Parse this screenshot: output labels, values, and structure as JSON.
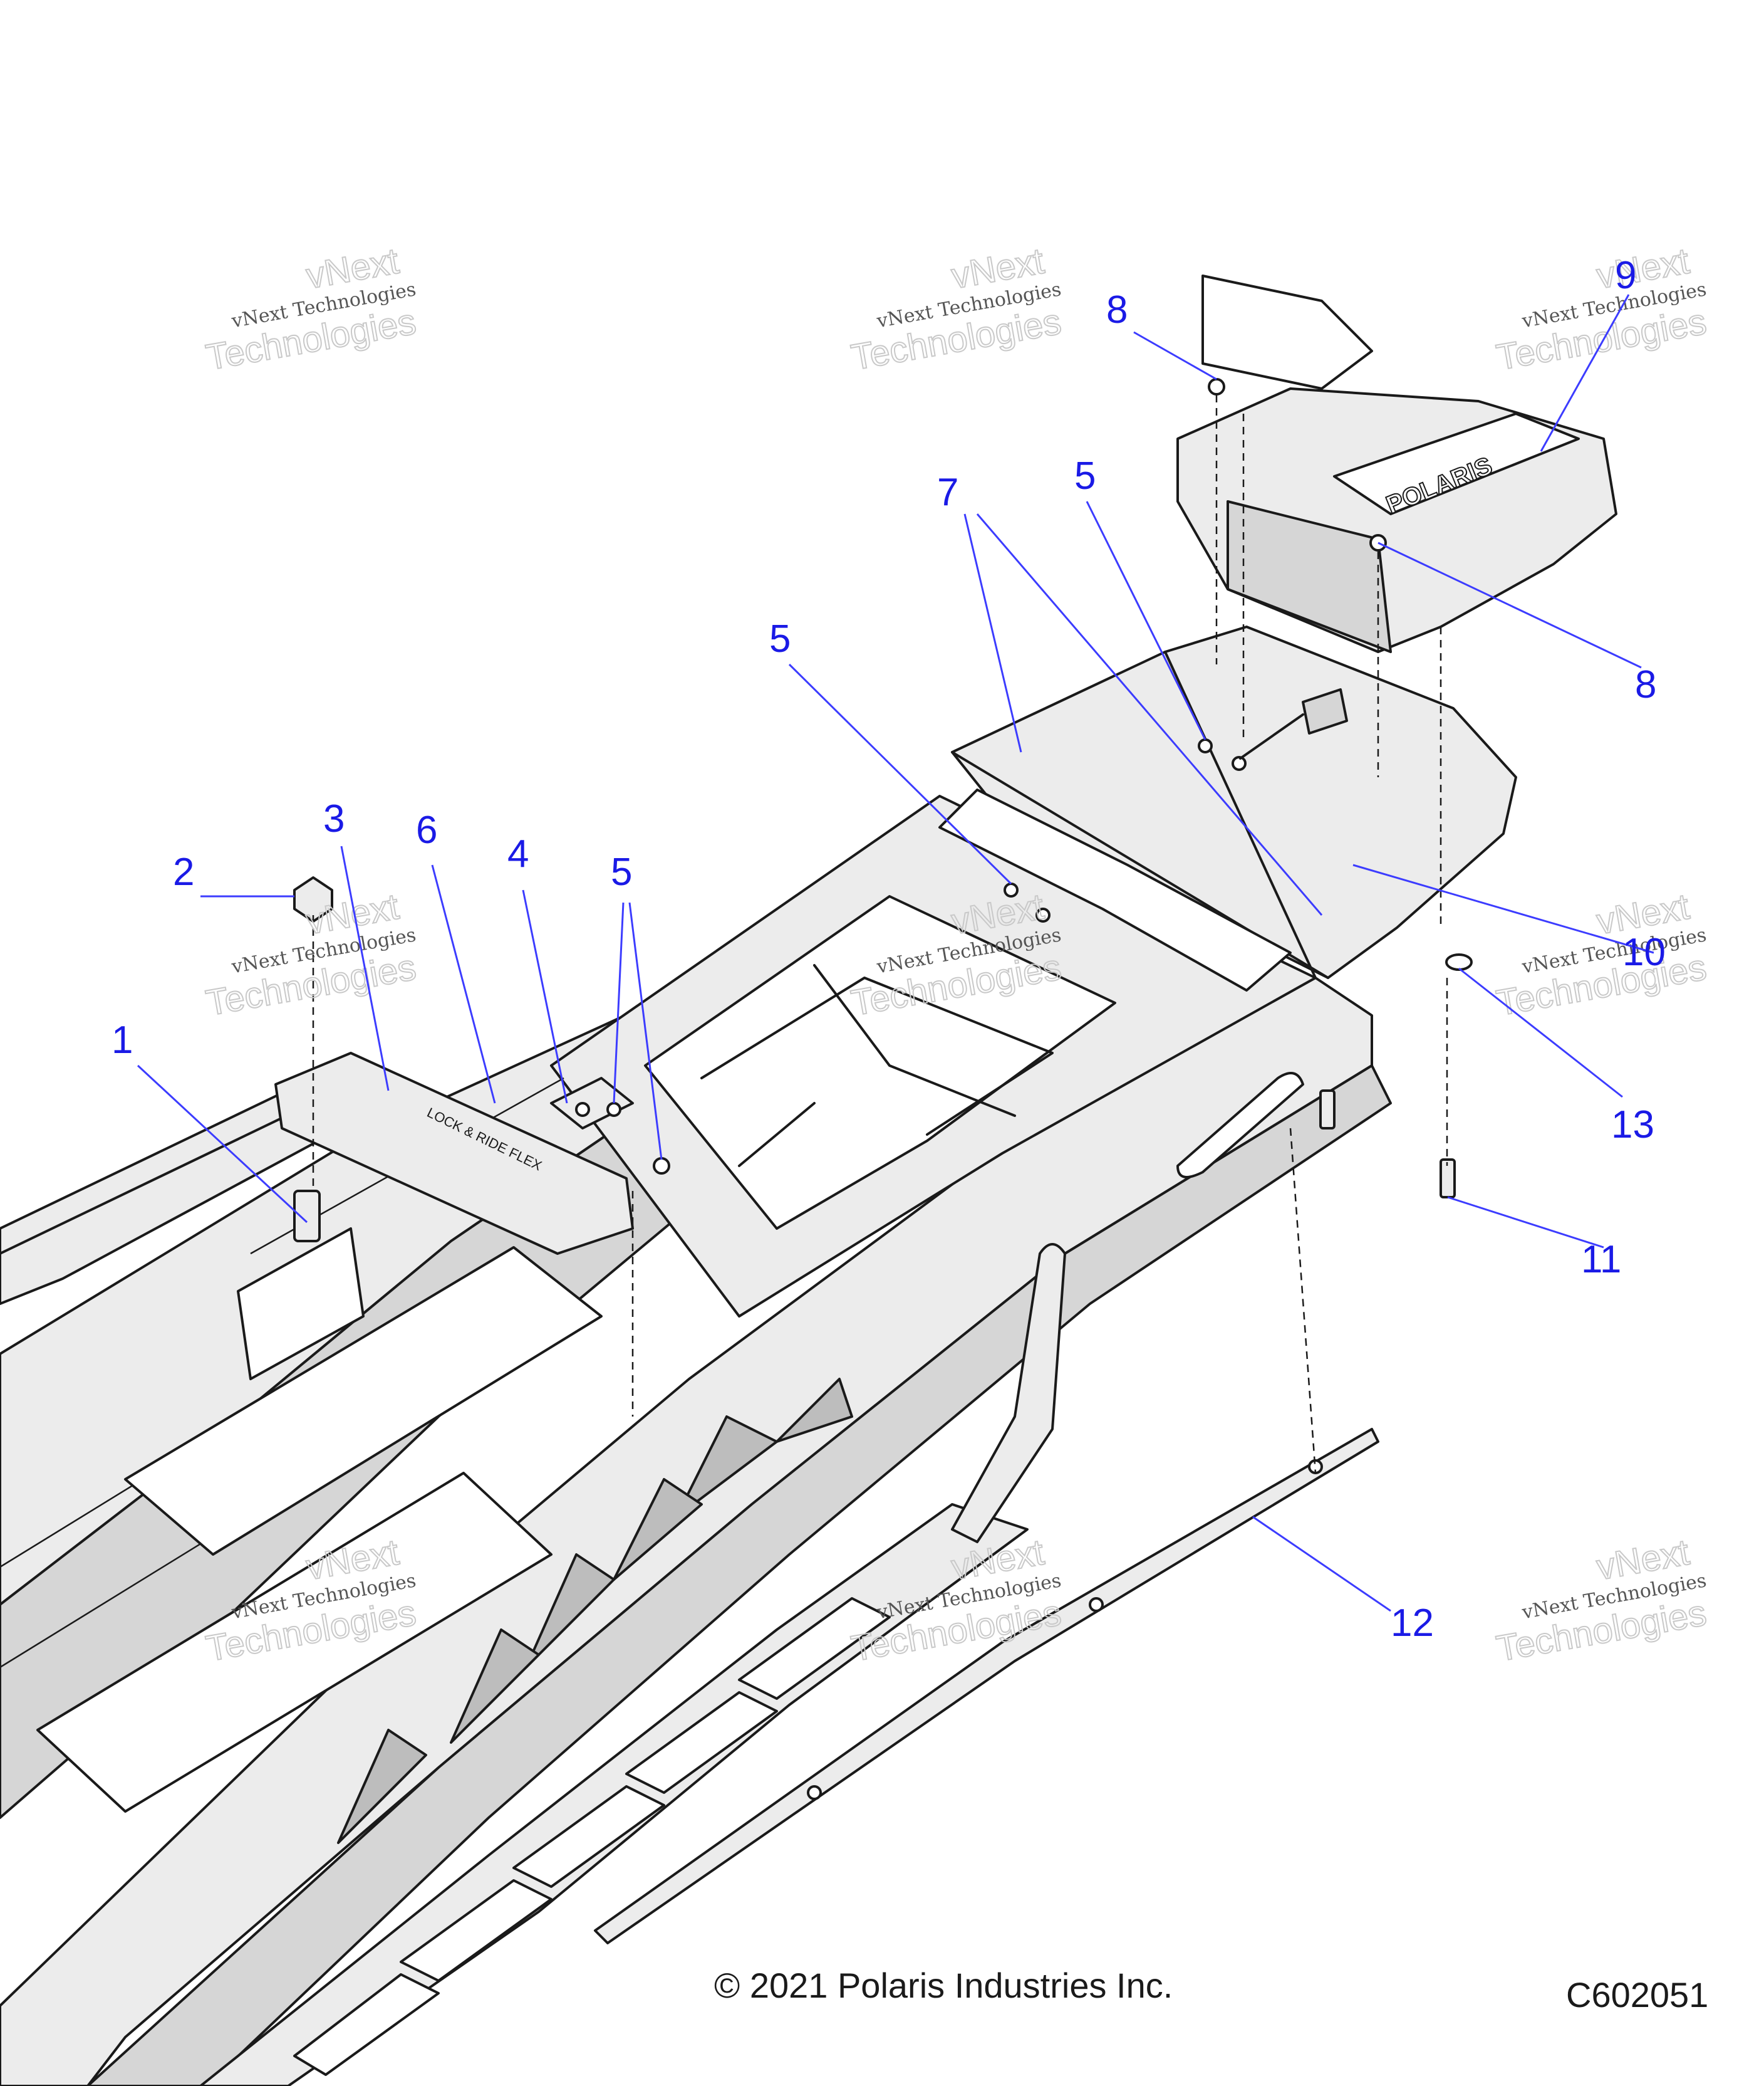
{
  "callouts": {
    "c1": "1",
    "c2": "2",
    "c3": "3",
    "c4": "4",
    "c5a": "5",
    "c5b": "5",
    "c5c": "5",
    "c6": "6",
    "c7": "7",
    "c8a": "8",
    "c8b": "8",
    "c9": "9",
    "c10": "10",
    "c11": "11",
    "c12": "12",
    "c13": "13"
  },
  "watermark": {
    "line1": "vNext Technologies",
    "line2": "vNext",
    "line3": "Technologies"
  },
  "logo_text": "POLARIS",
  "bracket_text": "LOCK & RIDE FLEX",
  "footer": {
    "copyright": "© 2021 Polaris Industries Inc.",
    "figure_code": "C602051"
  },
  "colors": {
    "callout": "#1a1ae6",
    "leader": "#3c3cff",
    "line_art": "#1a1a1a"
  }
}
